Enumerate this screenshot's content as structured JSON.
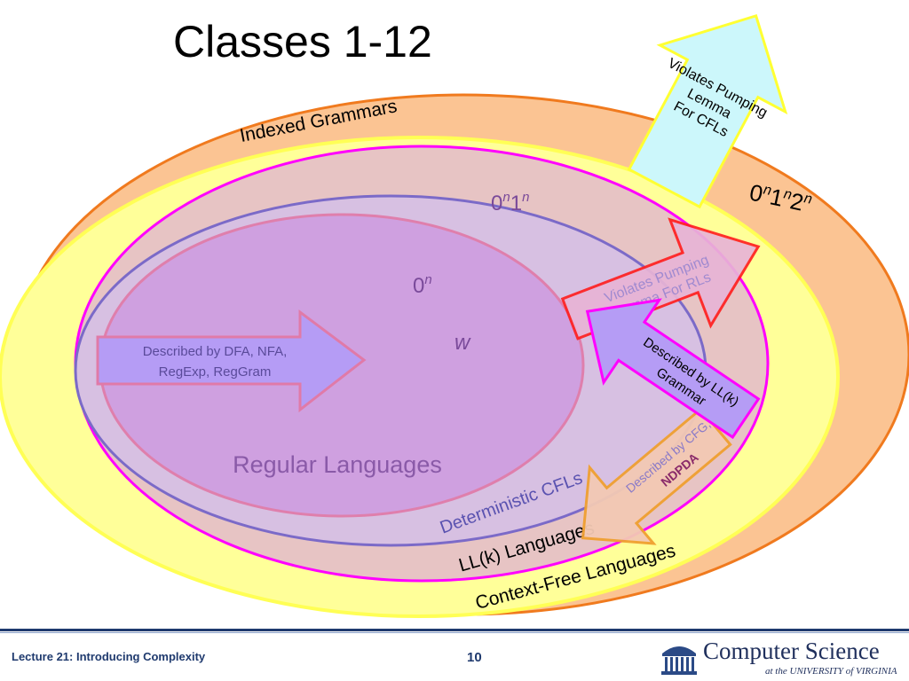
{
  "title": "Classes 1-12",
  "sets": {
    "indexed": "Indexed Grammars",
    "context_free": "Context-Free Languages",
    "llk": "LL(k) Languages",
    "deterministic": "Deterministic CFLs",
    "regular": "Regular Languages"
  },
  "examples": {
    "zero_n": "0",
    "zero_n_one_n_a": "0",
    "zero_n_one_n_b": "1",
    "zero_n_one_n_two_n_a": "0",
    "zero_n_one_n_two_n_b": "1",
    "zero_n_one_n_two_n_c": "2",
    "exponent": "n",
    "w": "w"
  },
  "arrows": {
    "dfa_line1": "Described by DFA, NFA,",
    "dfa_line2": "RegExp, RegGram",
    "pump_cfl_line1": "Violates Pumping",
    "pump_cfl_line2": "Lemma",
    "pump_cfl_line3": "For CFLs",
    "pump_rl_line1": "Violates Pumping",
    "pump_rl_line2": "Lemma For RLs",
    "llk_line1": "Described by LL(k)",
    "llk_line2": "Grammar",
    "cfg_line1": "Described by CFG,",
    "cfg_line2": "NDPDA"
  },
  "footer": {
    "lecture": "Lecture 21: Introducing Complexity",
    "page": "10"
  },
  "logo": {
    "main": "Computer Science",
    "sub": "at the UNIVERSITY of VIRGINIA"
  },
  "colors": {
    "indexed_fill": "#fbc493",
    "indexed_stroke": "#f07a1e",
    "cfl_fill": "#ffff99",
    "cfl_stroke": "#ffff55",
    "llk_fill": "#e7c4c4",
    "llk_stroke": "#ff00ff",
    "dcfl_fill": "#d7c0e2",
    "dcfl_stroke": "#7b6ac8",
    "regular_fill": "#cf9ee0",
    "regular_stroke": "#e07aa8",
    "footer_blue": "#1f3a6e"
  }
}
